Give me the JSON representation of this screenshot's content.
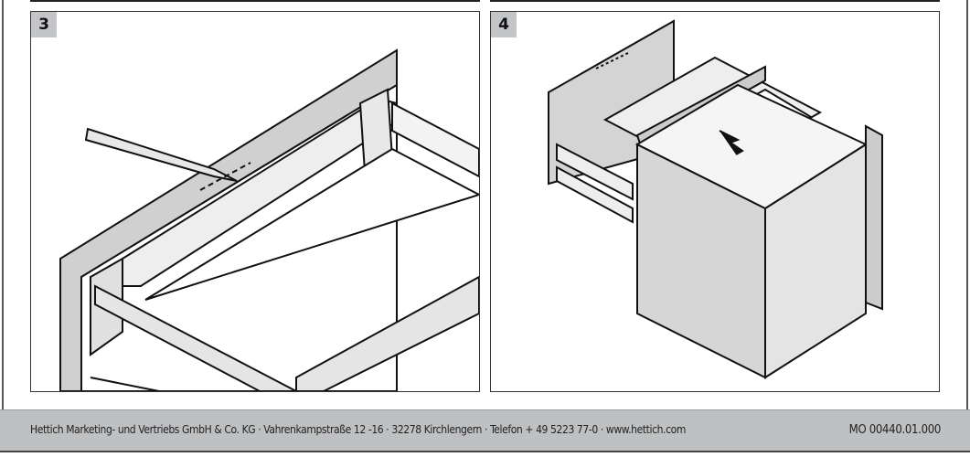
{
  "panels": [
    {
      "step": "3"
    },
    {
      "step": "4"
    }
  ],
  "footer": {
    "address": "Hettich Marketing- und Vertriebs GmbH & Co. KG · Vahrenkampstraße 12 -16 · 32278 Kirchlengern · Telefon + 49 5223 77-0 · www.hettich.com",
    "doc_code": "MO 00440.01.000"
  }
}
